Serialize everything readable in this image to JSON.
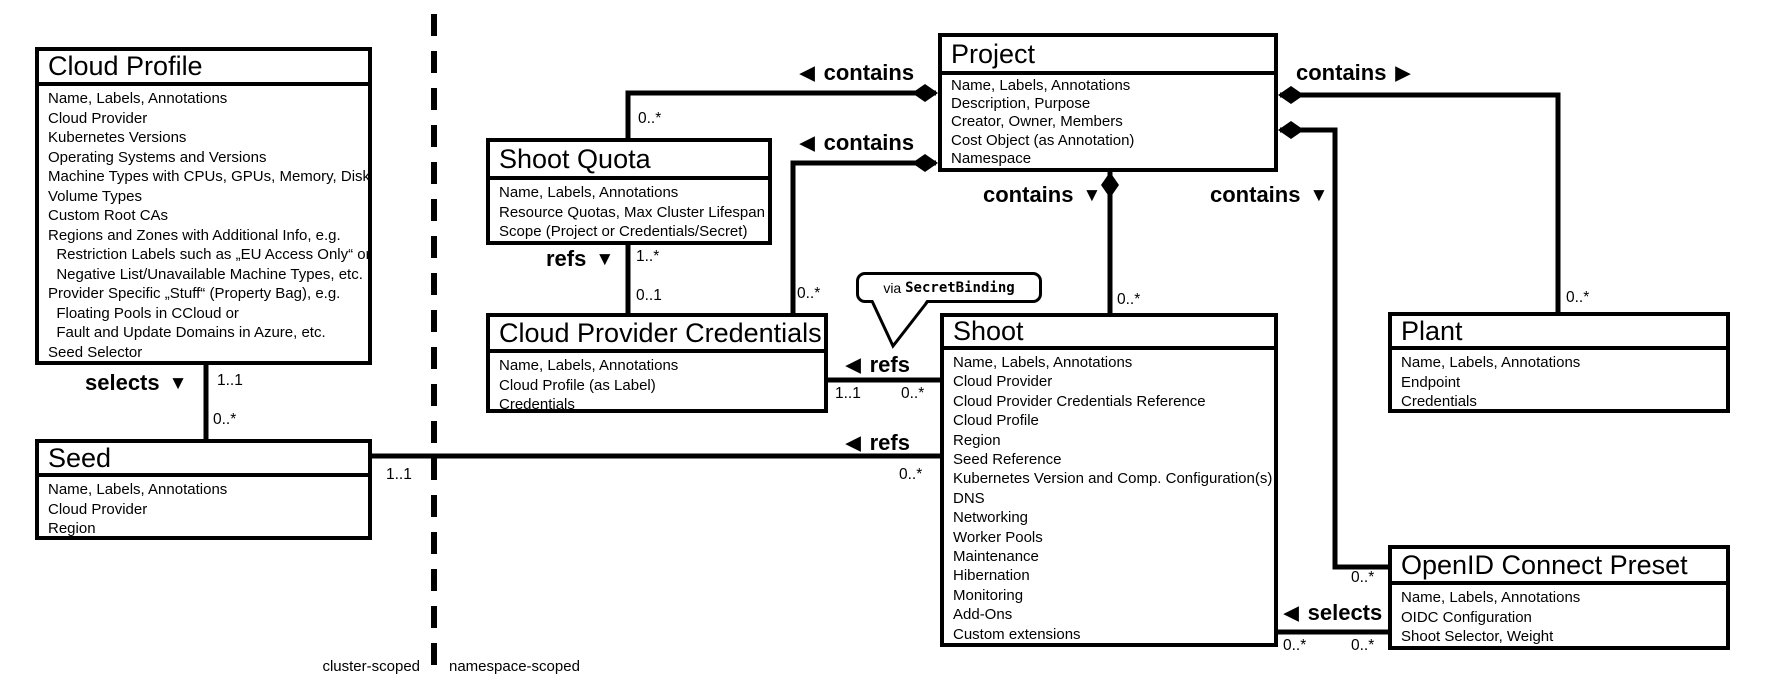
{
  "diagram": {
    "colors": {
      "line": "#000000",
      "background": "#ffffff"
    },
    "boxes": {
      "cloud_profile": {
        "title": "Cloud Profile",
        "attributes": [
          "Name, Labels, Annotations",
          "Cloud Provider",
          "Kubernetes Versions",
          "Operating Systems and Versions",
          "Machine Types with CPUs, GPUs, Memory, Disk",
          "Volume Types",
          "Custom Root CAs",
          "Regions and Zones with Additional Info, e.g.",
          "  Restriction Labels such as „EU Access Only“ or",
          "  Negative List/Unavailable Machine Types, etc.",
          "Provider Specific „Stuff“ (Property Bag), e.g.",
          "  Floating Pools in CCloud or",
          "  Fault and Update Domains in Azure, etc.",
          "Seed Selector"
        ]
      },
      "seed": {
        "title": "Seed",
        "attributes": [
          "Name, Labels, Annotations",
          "Cloud Provider",
          "Region"
        ]
      },
      "shoot_quota": {
        "title": "Shoot Quota",
        "attributes": [
          "Name, Labels, Annotations",
          "Resource Quotas, Max Cluster Lifespan",
          "Scope (Project or Credentials/Secret)"
        ]
      },
      "cloud_provider_credentials": {
        "title": "Cloud Provider Credentials",
        "attributes": [
          "Name, Labels, Annotations",
          "Cloud Profile (as Label)",
          "Credentials"
        ]
      },
      "project": {
        "title": "Project",
        "attributes": [
          "Name, Labels, Annotations",
          "Description, Purpose",
          "Creator, Owner, Members",
          "Cost Object (as Annotation)",
          "Namespace"
        ]
      },
      "shoot": {
        "title": "Shoot",
        "attributes": [
          "Name, Labels, Annotations",
          "Cloud Provider",
          "Cloud Provider Credentials Reference",
          "Cloud Profile",
          "Region",
          "Seed Reference",
          "Kubernetes Version and Comp. Configuration(s)",
          "DNS",
          "Networking",
          "Worker Pools",
          "Maintenance",
          "Hibernation",
          "Monitoring",
          "Add-Ons",
          "Custom extensions"
        ]
      },
      "plant": {
        "title": "Plant",
        "attributes": [
          "Name, Labels, Annotations",
          "Endpoint",
          "Credentials"
        ]
      },
      "openid_connect_preset": {
        "title": "OpenID Connect Preset",
        "attributes": [
          "Name, Labels, Annotations",
          "OIDC Configuration",
          "Shoot Selector, Weight"
        ]
      }
    },
    "relationships": [
      {
        "id": "cloudprofile-selects-seed",
        "from": "Cloud Profile",
        "to": "Seed",
        "label": "selects",
        "arrow": "▼",
        "from_multiplicity": "1..1",
        "to_multiplicity": "0..*"
      },
      {
        "id": "project-contains-shootquota",
        "from": "Project",
        "to": "Shoot Quota",
        "label": "contains",
        "arrow": "◀",
        "to_multiplicity": "0..*"
      },
      {
        "id": "project-contains-credentials",
        "from": "Project",
        "to": "Cloud Provider Credentials",
        "label": "contains",
        "arrow": "◀",
        "to_multiplicity": "0..*"
      },
      {
        "id": "project-contains-shoot",
        "from": "Project",
        "to": "Shoot",
        "label": "contains",
        "arrow": "▼",
        "to_multiplicity": "0..*"
      },
      {
        "id": "project-contains-plant",
        "from": "Project",
        "to": "Plant",
        "label": "contains",
        "arrow": "▶",
        "to_multiplicity": "0..*"
      },
      {
        "id": "project-contains-oidcpreset",
        "from": "Project",
        "to": "OpenID Connect Preset",
        "label": "contains",
        "arrow": "▼",
        "to_multiplicity": "0..*"
      },
      {
        "id": "shootquota-refs-credentials",
        "from": "Shoot Quota",
        "to": "Cloud Provider Credentials",
        "label": "refs",
        "arrow": "▼",
        "from_multiplicity": "1..*",
        "to_multiplicity": "0..1"
      },
      {
        "id": "shoot-refs-credentials",
        "from": "Shoot",
        "to": "Cloud Provider Credentials",
        "label": "refs",
        "arrow": "◀",
        "via": "SecretBinding",
        "from_multiplicity": "0..*",
        "to_multiplicity": "1..1"
      },
      {
        "id": "shoot-refs-seed",
        "from": "Shoot",
        "to": "Seed",
        "label": "refs",
        "arrow": "◀",
        "from_multiplicity": "0..*",
        "to_multiplicity": "1..1"
      },
      {
        "id": "oidcpreset-selects-shoot",
        "from": "OpenID Connect Preset",
        "to": "Shoot",
        "label": "selects",
        "arrow": "◀",
        "from_multiplicity": "0..*",
        "to_multiplicity": "0..*"
      }
    ],
    "callout": {
      "prefix": "via ",
      "code": "SecretBinding"
    },
    "footer": {
      "left": "cluster-scoped",
      "right": "namespace-scoped"
    }
  }
}
